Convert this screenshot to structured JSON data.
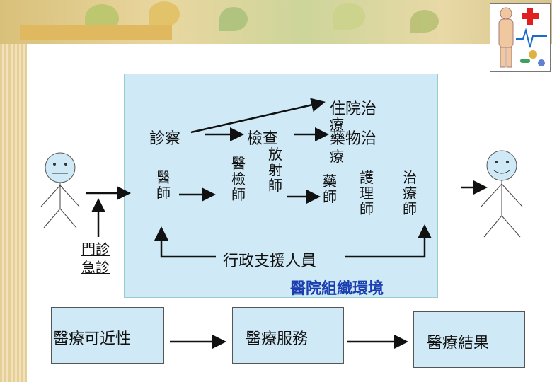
{
  "flow": {
    "clinic": "診察",
    "exam": "檢查",
    "admit": "住院治",
    "admit2": "療",
    "drug": "藥物治",
    "drug2": "療"
  },
  "roles": {
    "doctor": "醫師",
    "medtech": "醫檢師",
    "radiology": "放射師",
    "pharmacist": "藥師",
    "nurse": "護理師",
    "therapist": "治療師"
  },
  "entry": {
    "line1": "門診",
    "line2": "急診"
  },
  "support": "行政支援人員",
  "environment": "醫院組織環境",
  "bottom": {
    "access": "醫療可近性",
    "service": "醫療服務",
    "outcome": "醫療結果"
  }
}
